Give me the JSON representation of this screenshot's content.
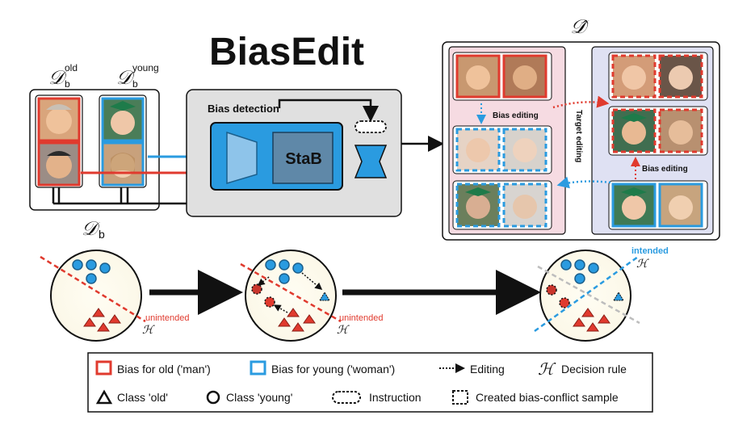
{
  "title": "BiasEdit",
  "dataset_labels": {
    "d_old": "𝒟",
    "d_old_sub": "b",
    "d_old_sup": "old",
    "d_young": "𝒟",
    "d_young_sub": "b",
    "d_young_sup": "young",
    "d_b": "𝒟",
    "d_b_sub": "b",
    "d_hat": "𝒟̂"
  },
  "detection": {
    "header": "Bias detection",
    "module": "StaB"
  },
  "edited_panel": {
    "bias_editing_top": "Bias editing",
    "bias_editing_right": "Bias editing",
    "target_editing": "Target editing"
  },
  "space": {
    "unintended_1": "unintended",
    "h_1": "ℋ",
    "unintended_2": "unintended",
    "h_2": "ℋ",
    "intended": "intended",
    "h_3": "ℋ"
  },
  "legend": {
    "bias_old": "Bias for old ('man')",
    "bias_young": "Bias for young ('woman')",
    "editing": "Editing",
    "h_symbol": "ℋ",
    "decision_rule": "Decision rule",
    "class_old": "Class 'old'",
    "class_young": "Class 'young'",
    "instruction": "Instruction",
    "created_sample": "Created bias-conflict sample"
  },
  "colors": {
    "red": "#e03a2e",
    "blue": "#2a9be0",
    "dark_blue": "#1b5f8c",
    "pink_panel": "#f6dbe2",
    "lavender_panel": "#dfe1f3",
    "gray_panel": "#e0e0e0"
  }
}
